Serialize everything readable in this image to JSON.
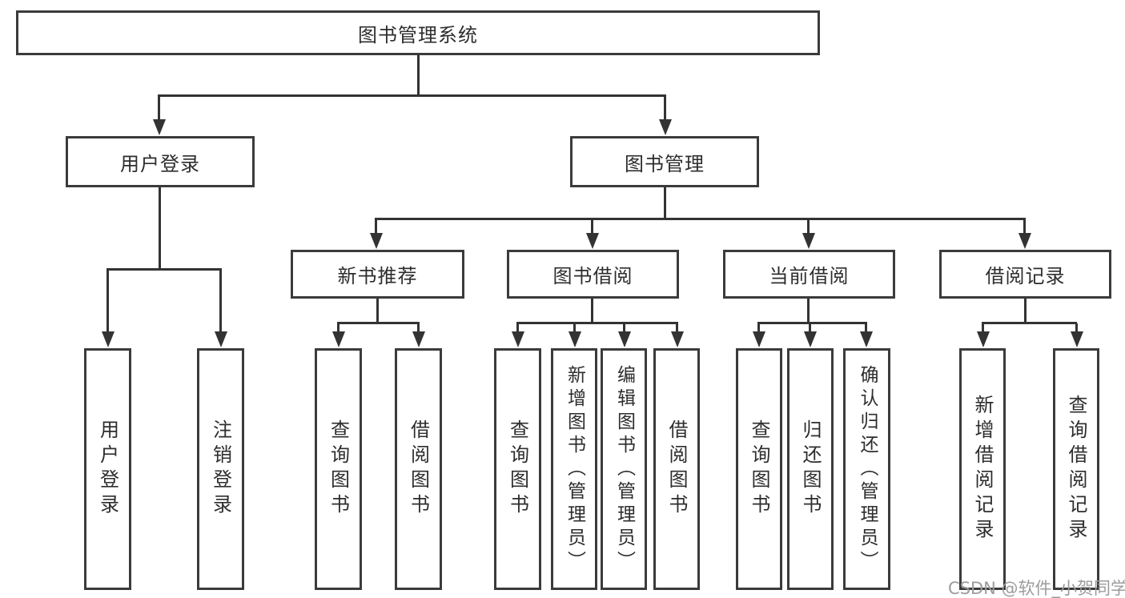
{
  "diagram_type": "hierarchy-structure-chart",
  "tree": {
    "label": "图书管理系统",
    "children": [
      {
        "label": "用户登录",
        "children": [
          {
            "label": "用户登录"
          },
          {
            "label": "注销登录"
          }
        ]
      },
      {
        "label": "图书管理",
        "children": [
          {
            "label": "新书推荐",
            "children": [
              {
                "label": "查询图书"
              },
              {
                "label": "借阅图书"
              }
            ]
          },
          {
            "label": "图书借阅",
            "children": [
              {
                "label": "查询图书"
              },
              {
                "label": "新增图书（管理员）"
              },
              {
                "label": "编辑图书（管理员）"
              },
              {
                "label": "借阅图书"
              }
            ]
          },
          {
            "label": "当前借阅",
            "children": [
              {
                "label": "查询图书"
              },
              {
                "label": "归还图书"
              },
              {
                "label": "确认归还（管理员）"
              }
            ]
          },
          {
            "label": "借阅记录",
            "children": [
              {
                "label": "新增借阅记录"
              },
              {
                "label": "查询借阅记录"
              }
            ]
          }
        ]
      }
    ]
  },
  "watermark": {
    "text": "CSDN @软件_小贺同学"
  },
  "colors": {
    "box_border": "#3b3b3b",
    "connector": "#333333",
    "text": "#2d2d2d",
    "watermark": "#9c9c9c",
    "background": "#ffffff"
  }
}
